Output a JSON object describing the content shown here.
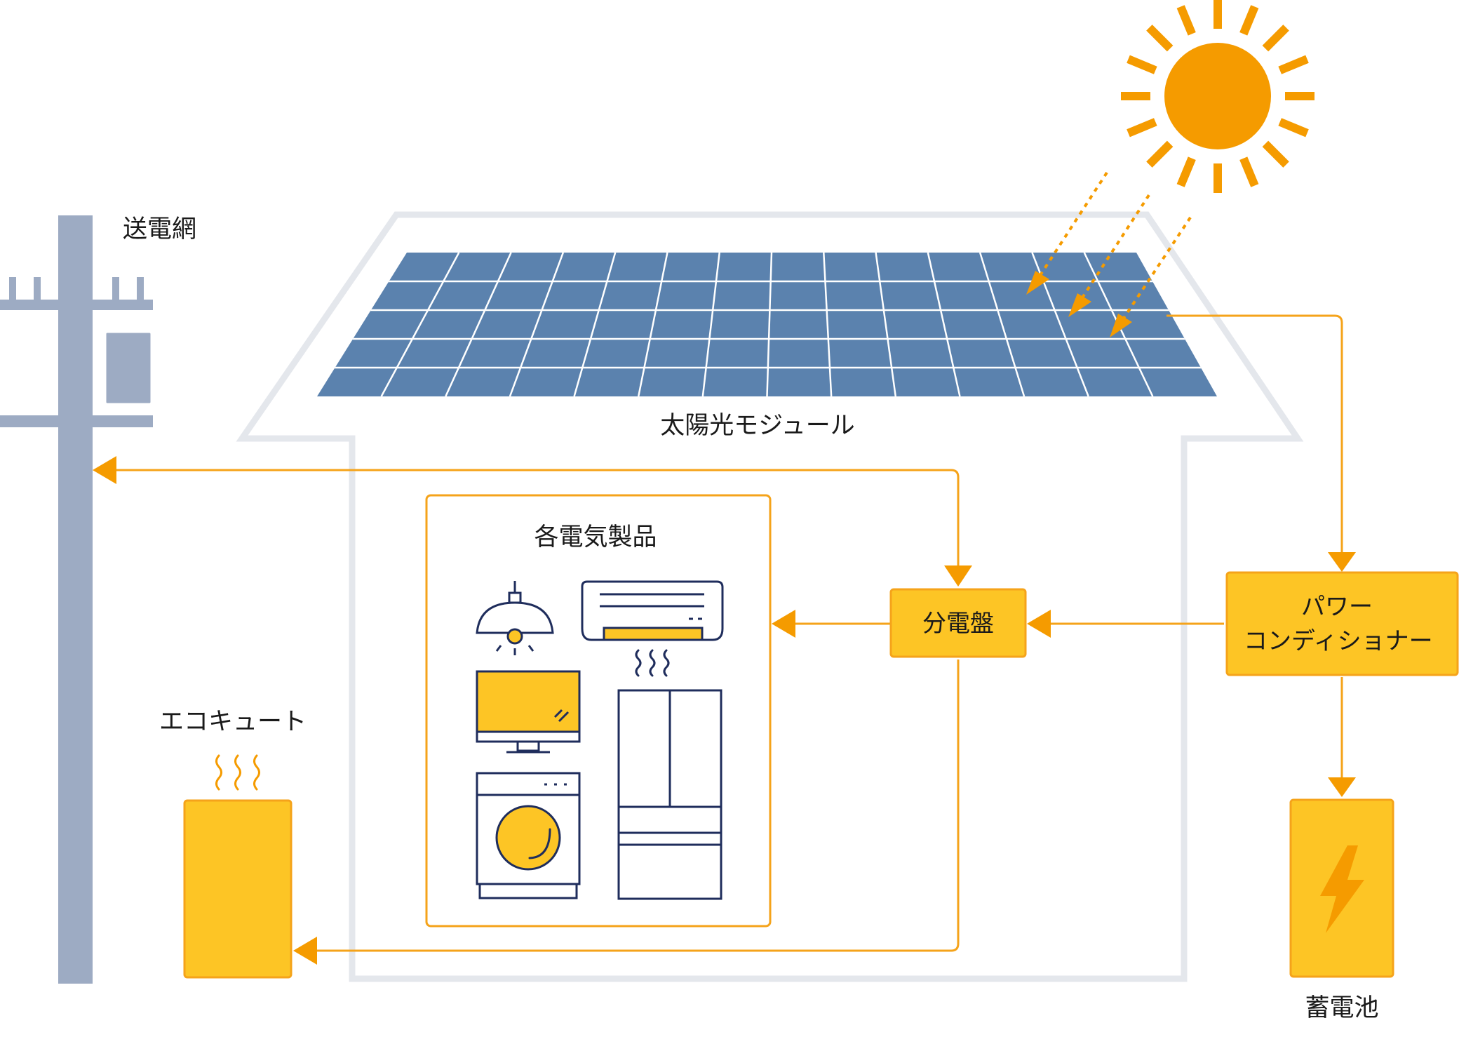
{
  "labels": {
    "grid": "送電網",
    "solar_module": "太陽光モジュール",
    "appliances": "各電気製品",
    "distribution_board": "分電盤",
    "power_conditioner_line1": "パワー",
    "power_conditioner_line2": "コンディショナー",
    "ecocute": "エコキュート",
    "battery": "蓄電池"
  },
  "colors": {
    "orange": "#F59B00",
    "yellow": "#FDC525",
    "line": "#F5A31A",
    "panel": "#5B82AE",
    "pole": "#9DABC3",
    "house": "#E4E7EC",
    "navy": "#1F2D5C"
  }
}
